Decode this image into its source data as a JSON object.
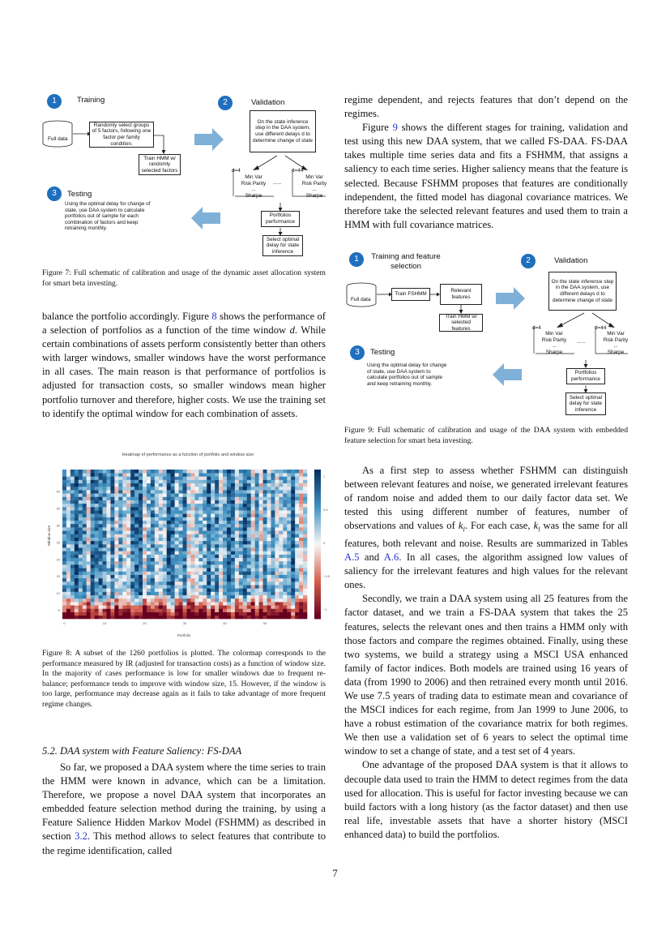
{
  "fig7": {
    "step1_num": "1",
    "step1_title": "Training",
    "step2_num": "2",
    "step2_title": "Validation",
    "step3_num": "3",
    "step3_title": "Testing",
    "full_data": "Full data",
    "random_groups": "Randomly select groups of 5 factors, following one factor per family condition.",
    "train_hmm": "Train HMM w/ randomly selected factors",
    "state_inference": "On the state inference step in the DAA system, use different delays d to determine change of state",
    "d4": "d=4",
    "d44": "d=44",
    "minvar": "Min Var",
    "risk_parity": "Risk Parity",
    "dots_small": "...",
    "sharpe": "Sharpe",
    "hdots": "......",
    "portfolios_perf": "Portfolios performance",
    "select_delay": "Select optimal delay for state inference",
    "testing_text": "Using the optimal delay for change of state, use DAA system to calculate portfolios out of sample for each combination of factors and keep retraining monthly.",
    "caption": "Figure 7: Full schematic of calibration and usage of the dynamic asset allocation system for smart beta investing."
  },
  "fig9": {
    "step1_num": "1",
    "step1_title": "Training and feature selection",
    "step2_num": "2",
    "step2_title": "Validation",
    "step3_num": "3",
    "step3_title": "Testing",
    "full_data": "Full data",
    "train_fshmm": "Train FSHMM",
    "relevant_features": "Relevant features",
    "train_hmm": "Train HMM w/ selected features",
    "state_inference": "On the state inference step in the DAA system, use different delays d to determine change of state",
    "d4": "d=4",
    "d44": "d=44",
    "minvar": "Min Var",
    "risk_parity": "Risk Parity",
    "dots_small": "...",
    "sharpe": "Sharpe",
    "hdots": "......",
    "portfolios_perf": "Portfolios performance",
    "select_delay": "Select optimal delay for state inference",
    "testing_text": "Using the optimal delay for change of state, use DAA system to calculate portfolios out of sample and keep retraining monthly.",
    "caption": "Figure 9: Full schematic of calibration and usage of the DAA system with embedded feature selection for smart beta investing."
  },
  "fig8": {
    "caption": "Figure 8: A subset of the 1260 portfolios is plotted. The colormap corresponds to the performance measured by IR (adjusted for transaction costs) as a function of window size. In the majority of cases performance is low for smaller windows due to frequent re-balance; performance tends to improve with window size, 15. However, if the window is too large, performance may decrease again as it fails to take advantage of more frequent regime changes."
  },
  "chart_data": {
    "type": "heatmap",
    "title": "Heatmap of performance as a function of portfolio and window size",
    "xlabel": "Portfolio",
    "ylabel": "Window size",
    "xticks": [
      "0",
      "10",
      "20",
      "30",
      "40",
      "50"
    ],
    "yticks": [
      "5",
      "10",
      "15",
      "20",
      "25",
      "30",
      "35",
      "40"
    ],
    "colorbar_ticks": [
      "1",
      "0.5",
      "0",
      "−0.5",
      "−1"
    ],
    "zlim": [
      -1,
      1
    ],
    "n_portfolios": 61,
    "n_windows": 44,
    "colormap": [
      "#67001f",
      "#d6604d",
      "#f7f7f7",
      "#4393c3",
      "#053061"
    ]
  },
  "left_col": {
    "para1_a": "balance the portfolio accordingly. Figure ",
    "para1_link1": "8",
    "para1_b": " shows the performance of a selection of portfolios as a function of the time window ",
    "para1_var": "d",
    "para1_c": ". While certain combinations of assets perform consistently better than others with larger windows, smaller windows have the worst performance in all cases. The main reason is that performance of portfolios is adjusted for transaction costs, so smaller windows mean higher portfolio turnover and therefore, higher costs. We use the training set to identify the optimal window for each combination of assets.",
    "section_title": "5.2. DAA system with Feature Saliency: FS-DAA",
    "para2_a": "So far, we proposed a DAA system where the time series to train the HMM were known in advance, which can be a limitation. Therefore, we propose a novel DAA system that incorporates an embedded feature selection method during the training, by using a Feature Salience Hidden Markov Model (FSHMM) as described in section ",
    "para2_link": "3.2",
    "para2_b": ". This method allows to select features that contribute to the regime identification, called"
  },
  "right_col": {
    "para1": "regime dependent, and rejects features that don’t depend on the regimes.",
    "para2_a": "Figure ",
    "para2_link": "9",
    "para2_b": " shows the different stages for training, validation and test using this new DAA system, that we called FS-DAA. FS-DAA takes multiple time series data and fits a FSHMM, that assigns a saliency to each time series. Higher saliency means that the feature is selected. Because FSHMM proposes that features are conditionally independent, the fitted model has diagonal covariance matrices. We therefore take the selected relevant features and used them to train a HMM with full covariance matrices.",
    "para3_a": "As a first step to assess whether FSHMM can distinguish between relevant features and noise, we generated irrelevant features of random noise and added them to our daily factor data set. We tested this using different number of features, number of observations and values of ",
    "para3_var": "k",
    "para3_sub": "l",
    "para3_b": ". For each case, ",
    "para3_c": " was the same for all features, both relevant and noise. Results are summarized in Tables ",
    "para3_link1": "A.5",
    "para3_d": " and ",
    "para3_link2": "A.6",
    "para3_e": ". In all cases, the algorithm assigned low values of saliency for the irrelevant features and high values for the relevant ones.",
    "para4": "Secondly, we train a DAA system using all 25 features from the factor dataset, and we train a FS-DAA system that takes the 25 features, selects the relevant ones and then trains a HMM only with those factors and compare the regimes obtained. Finally, using these two systems, we build a strategy using a MSCI USA enhanced family of factor indices. Both models are trained using 16 years of data (from 1990 to 2006) and then retrained every month until 2016. We use 7.5 years of trading data to estimate mean and covariance of the MSCI indices for each regime, from Jan 1999 to June 2006, to have a robust estimation of the covariance matrix for both regimes. We then use a validation set of 6 years to select the optimal time window to set a change of state, and a test set of 4 years.",
    "para5": "One advantage of the proposed DAA system is that it allows to decouple data used to train the HMM to detect regimes from the data used for allocation. This is useful for factor investing because we can build factors with a long history (as the factor dataset) and then use real life, investable assets that have a shorter history (MSCI enhanced data) to build the portfolios."
  },
  "page_number": "7"
}
